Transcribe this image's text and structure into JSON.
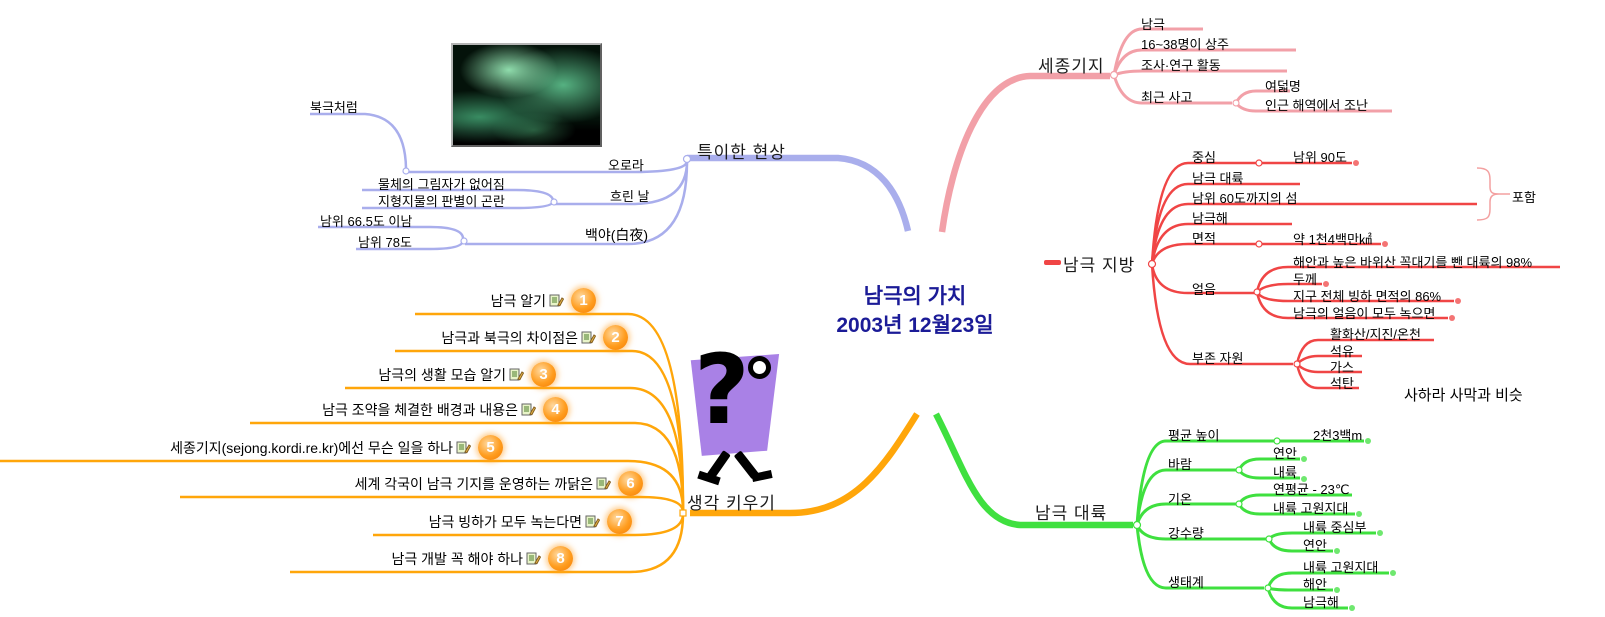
{
  "center": {
    "title": "남극의 가치",
    "date": "2003년 12월23일"
  },
  "colors": {
    "lavender": "#a9aeec",
    "pink": "#f2a0a8",
    "red": "#f04545",
    "green": "#3fe03f",
    "orange": "#ffa60a",
    "title_navy": "#1b1b97",
    "badge_orange": "#f47b00"
  },
  "phenomena": {
    "label": "특이한 현상",
    "aurora": {
      "label": "오로라",
      "child": "북극처럼"
    },
    "cloudy": {
      "label": "흐린 날",
      "children": [
        "물체의 그림자가 없어짐",
        "지형지물의 판별이 곤란"
      ]
    },
    "white_night": {
      "label": "백야(白夜)",
      "children": [
        "남위 66.5도 이남",
        "남위 78도"
      ]
    }
  },
  "sejong": {
    "label": "세종기지",
    "children": [
      "남극",
      "16~38명이 상주",
      "조사·연구 활동",
      "최근 사고"
    ],
    "accident": [
      "여덟명",
      "인근 해역에서 조난"
    ]
  },
  "region": {
    "label": "남극 지방",
    "center_of": {
      "label": "중심",
      "value": "남위 90도"
    },
    "includes": {
      "items": [
        "남극 대륙",
        "남위 60도까지의 섬",
        "남극해"
      ],
      "note": "포함"
    },
    "area": {
      "label": "면적",
      "value": "약 1천4백만㎢"
    },
    "ice": {
      "label": "얼음",
      "children": [
        "해안과 높은 바위산 꼭대기를 뺀 대륙의 98%",
        "두께",
        "지구 전체 빙하 면적의 86%",
        "남극의 얼음이 모두 녹으면"
      ]
    },
    "resources": {
      "label": "부존 자원",
      "children": [
        "활화산/지진/온천",
        "석유",
        "가스",
        "석탄"
      ]
    },
    "floating_note": "사하라 사막과 비슷"
  },
  "continent": {
    "label": "남극 대륙",
    "height": {
      "label": "평균 높이",
      "value": "2천3백m"
    },
    "wind": {
      "label": "바람",
      "children": [
        "연안",
        "내륙"
      ]
    },
    "temperature": {
      "label": "기온",
      "children": [
        "연평균 - 23℃",
        "내륙 고원지대"
      ]
    },
    "precipitation": {
      "label": "강수량",
      "children": [
        "내륙 중심부",
        "연안"
      ]
    },
    "ecosystem": {
      "label": "생태계",
      "children": [
        "내륙 고원지대",
        "해안",
        "남극해"
      ]
    }
  },
  "think": {
    "label": "생각 키우기",
    "items": [
      {
        "num": "1",
        "text": "남극 알기"
      },
      {
        "num": "2",
        "text": "남극과 북극의 차이점은"
      },
      {
        "num": "3",
        "text": "남극의 생활 모습 알기"
      },
      {
        "num": "4",
        "text": "남극 조약을 체결한 배경과 내용은"
      },
      {
        "num": "5",
        "text": "세종기지(sejong.kordi.re.kr)에선 무슨 일을 하나"
      },
      {
        "num": "6",
        "text": "세계 각국이 남극 기지를 운영하는 까닭은"
      },
      {
        "num": "7",
        "text": "남극 빙하가 모두 녹는다면"
      },
      {
        "num": "8",
        "text": "남극 개발 꼭 해야 하나"
      }
    ]
  }
}
